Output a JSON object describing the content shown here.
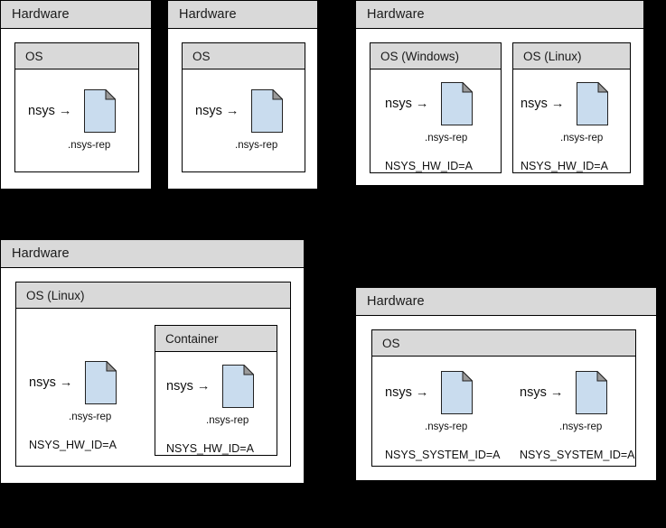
{
  "theme": {
    "background": "#000000",
    "panel_fill": "#ffffff",
    "header_fill": "#d9d9d9",
    "stroke": "#000000",
    "file_fill": "#c9dcee",
    "file_fold": "#9a9a9a",
    "text": "#111111"
  },
  "labels": {
    "hardware": "Hardware",
    "os": "OS",
    "os_windows": "OS (Windows)",
    "os_linux": "OS (Linux)",
    "container": "Container",
    "nsys": "nsys →",
    "report_ext": ".nsys-rep",
    "hw_id": "NSYS_HW_ID=A",
    "system_id": "NSYS_SYSTEM_ID=A"
  },
  "panels": [
    {
      "id": "panel-1",
      "title": "Hardware",
      "boxes": [
        {
          "id": "os-1",
          "title": "OS",
          "units": [
            {
              "nsys": "nsys →",
              "ext": ".nsys-rep",
              "env": ""
            }
          ]
        }
      ]
    },
    {
      "id": "panel-2",
      "title": "Hardware",
      "boxes": [
        {
          "id": "os-2",
          "title": "OS",
          "units": [
            {
              "nsys": "nsys →",
              "ext": ".nsys-rep",
              "env": ""
            }
          ]
        }
      ]
    },
    {
      "id": "panel-3",
      "title": "Hardware",
      "boxes": [
        {
          "id": "os-windows",
          "title": "OS (Windows)",
          "units": [
            {
              "nsys": "nsys →",
              "ext": ".nsys-rep",
              "env": "NSYS_HW_ID=A"
            }
          ]
        },
        {
          "id": "os-linux",
          "title": "OS (Linux)",
          "units": [
            {
              "nsys": "nsys →",
              "ext": ".nsys-rep",
              "env": "NSYS_HW_ID=A"
            }
          ]
        }
      ]
    },
    {
      "id": "panel-4",
      "title": "Hardware",
      "boxes": [
        {
          "id": "os-linux-host",
          "title": "OS (Linux)",
          "units": [
            {
              "nsys": "nsys →",
              "ext": ".nsys-rep",
              "env": "NSYS_HW_ID=A"
            }
          ],
          "boxes": [
            {
              "id": "container-1",
              "title": "Container",
              "units": [
                {
                  "nsys": "nsys →",
                  "ext": ".nsys-rep",
                  "env": "NSYS_HW_ID=A"
                }
              ]
            }
          ]
        }
      ]
    },
    {
      "id": "panel-5",
      "title": "Hardware",
      "boxes": [
        {
          "id": "os-5",
          "title": "OS",
          "units": [
            {
              "nsys": "nsys →",
              "ext": ".nsys-rep",
              "env": "NSYS_SYSTEM_ID=A"
            },
            {
              "nsys": "nsys →",
              "ext": ".nsys-rep",
              "env": "NSYS_SYSTEM_ID=A"
            }
          ]
        }
      ]
    }
  ]
}
